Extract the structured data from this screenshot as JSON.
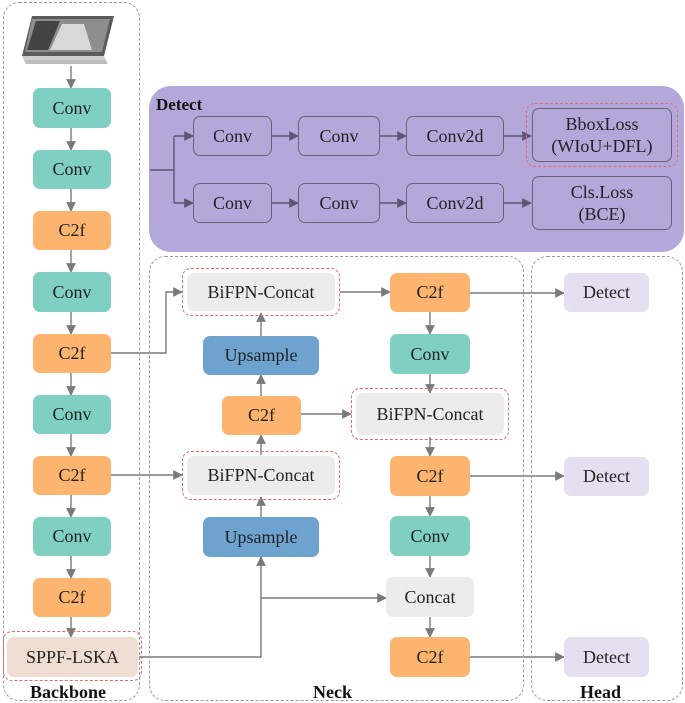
{
  "groups": {
    "backbone": "Backbone",
    "neck": "Neck",
    "head": "Head",
    "detect": "Detect"
  },
  "backbone": [
    "Conv",
    "Conv",
    "C2f",
    "Conv",
    "C2f",
    "Conv",
    "C2f",
    "Conv",
    "C2f",
    "SPPF-LSKA"
  ],
  "neck": {
    "bifpn_concat_top": "BiFPN-Concat",
    "upsample_top": "Upsample",
    "c2f_mid": "C2f",
    "bifpn_concat_mid": "BiFPN-Concat",
    "upsample_bottom": "Upsample",
    "c2f_right_1": "C2f",
    "conv_right_1": "Conv",
    "bifpn_concat_right": "BiFPN-Concat",
    "c2f_right_2": "C2f",
    "conv_right_2": "Conv",
    "concat": "Concat",
    "c2f_right_3": "C2f"
  },
  "head": [
    "Detect",
    "Detect",
    "Detect"
  ],
  "detect_head": {
    "row1": [
      "Conv",
      "Conv",
      "Conv2d"
    ],
    "row2": [
      "Conv",
      "Conv",
      "Conv2d"
    ],
    "bbox_loss": "BboxLoss\n(WIoU+DFL)",
    "cls_loss": "Cls.Loss\n(BCE)"
  }
}
